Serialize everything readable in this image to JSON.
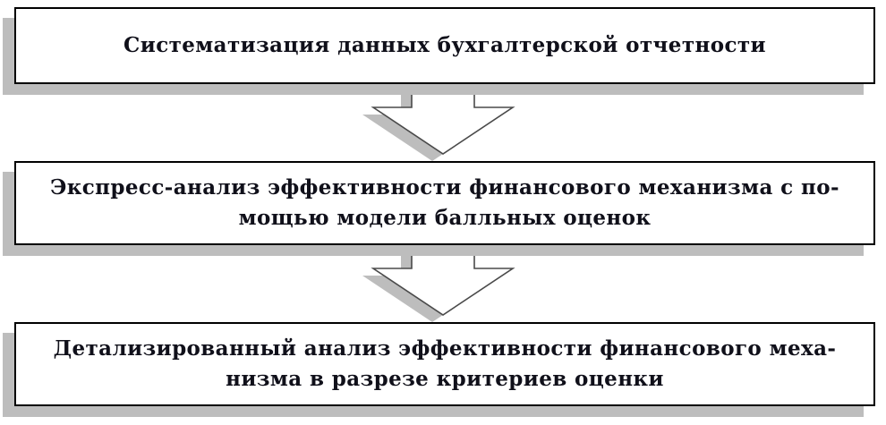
{
  "diagram": {
    "title": "Financial mechanism analysis flowchart",
    "colors": {
      "box_background": "#ffffff",
      "box_border": "#000000",
      "shadow": "#bdbdbd",
      "text": "#10101a"
    },
    "boxes": [
      {
        "lines": {
          "0": "Систематизация данных бухгалтерской отчетности"
        }
      },
      {
        "lines": {
          "0": "Экспресс-анализ эффективности финансового механизма с по-",
          "1": "мощью модели балльных оценок"
        }
      },
      {
        "lines": {
          "0": "Детализированный анализ эффективности финансового меха-",
          "1": "низма в разрезе критериев оценки"
        }
      }
    ],
    "connectors": [
      {
        "type": "block-arrow",
        "direction": "down"
      },
      {
        "type": "block-arrow",
        "direction": "down"
      }
    ]
  }
}
